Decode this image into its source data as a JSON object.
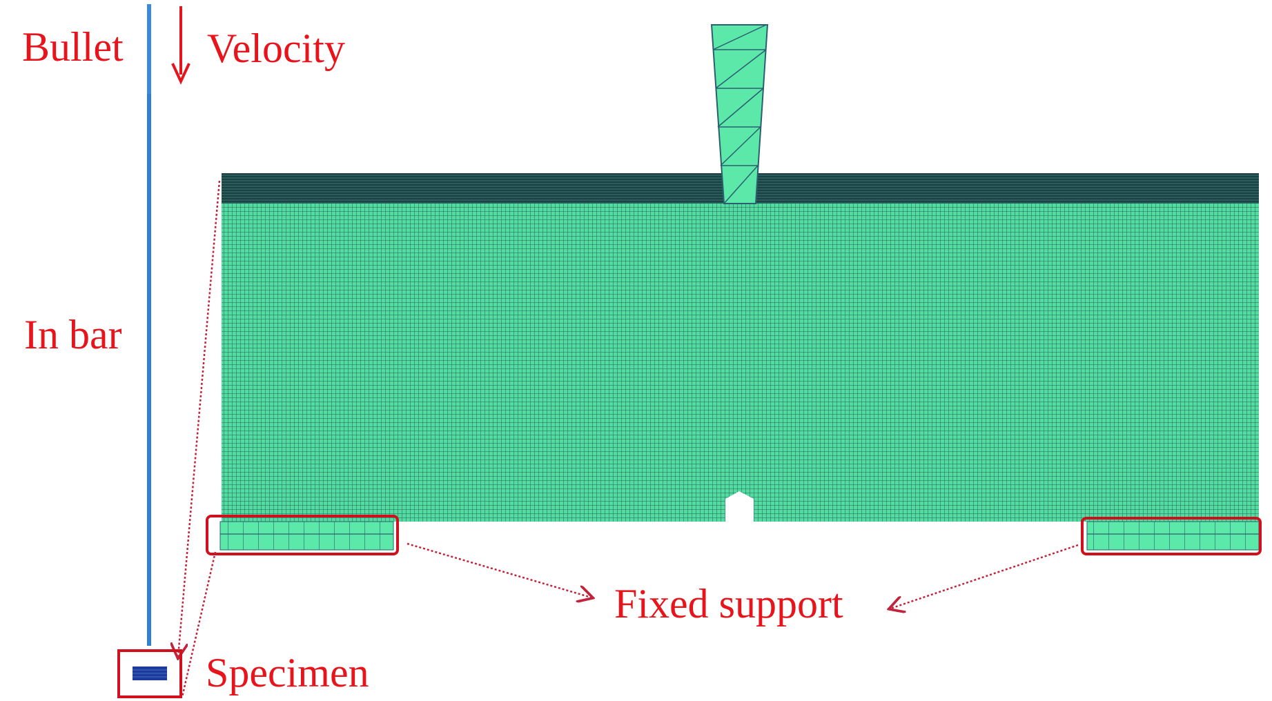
{
  "labels": {
    "bullet": "Bullet",
    "velocity": "Velocity",
    "in_bar": "In bar",
    "fixed_support": "Fixed support",
    "specimen": "Specimen"
  },
  "colors": {
    "label": "#e8141b",
    "mesh_fill": "#4fe0a0",
    "mesh_line": "#1f4a5a",
    "bar": "#2f7fd6",
    "highlight_box": "#d0101c"
  }
}
